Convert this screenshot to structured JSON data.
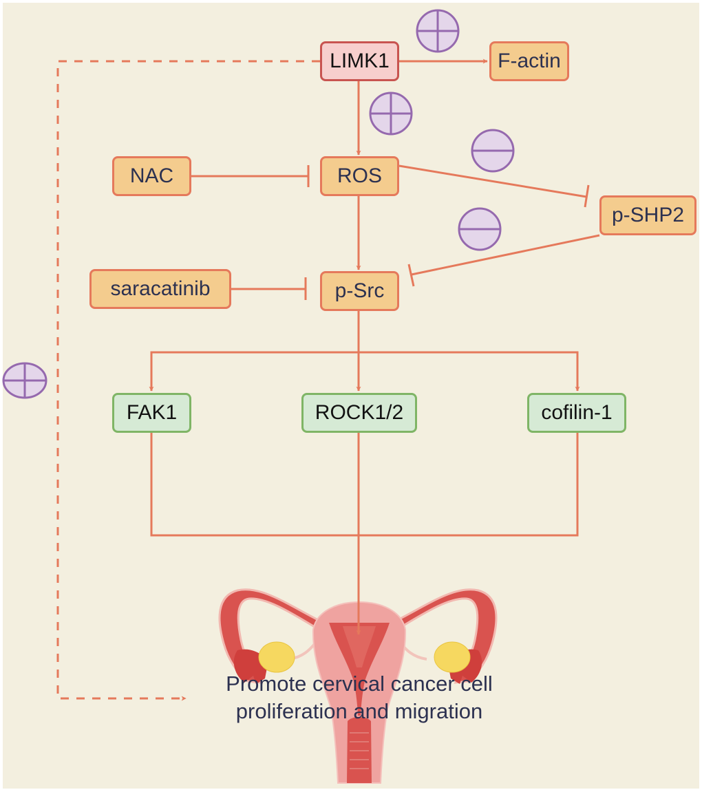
{
  "figure": {
    "type": "signaling-pathway-diagram",
    "colors": {
      "background": "#f3efdf",
      "edge": "#e5795b",
      "activator_node_fill": "#f7cfcd",
      "activator_node_border": "#c85450",
      "intermediate_node_fill": "#f4cc8e",
      "intermediate_node_border": "#e5795b",
      "effector_node_fill": "#d6ead5",
      "effector_node_border": "#7fb566",
      "sign_fill": "#e4d6ea",
      "sign_border": "#9569ae",
      "text": "#2c3150"
    }
  },
  "nodes": {
    "limk1": {
      "label": "LIMK1",
      "category": "upstream-kinase"
    },
    "factin": {
      "label": "F-actin",
      "category": "intermediate"
    },
    "ros": {
      "label": "ROS",
      "category": "intermediate"
    },
    "nac": {
      "label": "NAC",
      "category": "inhibitor"
    },
    "pshp2": {
      "label": "p-SHP2",
      "category": "intermediate"
    },
    "psrc": {
      "label": "p-Src",
      "category": "intermediate"
    },
    "saracatinib": {
      "label": "saracatinib",
      "category": "inhibitor"
    },
    "fak1": {
      "label": "FAK1",
      "category": "effector"
    },
    "rock": {
      "label": "ROCK1/2",
      "category": "effector"
    },
    "cofilin": {
      "label": "cofilin-1",
      "category": "effector"
    }
  },
  "edges": [
    {
      "from": "LIMK1",
      "to": "F-actin",
      "type": "activation",
      "style": "solid",
      "sign": "plus"
    },
    {
      "from": "LIMK1",
      "to": "ROS",
      "type": "activation",
      "style": "solid",
      "sign": "plus"
    },
    {
      "from": "NAC",
      "to": "ROS",
      "type": "inhibition",
      "style": "solid"
    },
    {
      "from": "ROS",
      "to": "p-SHP2",
      "type": "inhibition",
      "style": "solid",
      "sign": "minus"
    },
    {
      "from": "ROS",
      "to": "p-Src",
      "type": "activation",
      "style": "solid"
    },
    {
      "from": "p-SHP2",
      "to": "p-Src",
      "type": "inhibition",
      "style": "solid",
      "sign": "minus"
    },
    {
      "from": "saracatinib",
      "to": "p-Src",
      "type": "inhibition",
      "style": "solid"
    },
    {
      "from": "p-Src",
      "to": "FAK1",
      "type": "activation",
      "style": "solid"
    },
    {
      "from": "p-Src",
      "to": "ROCK1/2",
      "type": "activation",
      "style": "solid"
    },
    {
      "from": "p-Src",
      "to": "cofilin-1",
      "type": "activation",
      "style": "solid"
    },
    {
      "from": "FAK1 / ROCK1/2 / cofilin-1",
      "to": "outcome",
      "type": "activation",
      "style": "solid"
    },
    {
      "from": "LIMK1",
      "to": "outcome",
      "type": "activation",
      "style": "dashed",
      "sign": "plus"
    }
  ],
  "signs": {
    "plus": "+",
    "minus": "−"
  },
  "outcome": {
    "line1": "Promote cervical cancer cell",
    "line2": "proliferation and migration",
    "illustration": "uterus-anatomy-illustration"
  }
}
